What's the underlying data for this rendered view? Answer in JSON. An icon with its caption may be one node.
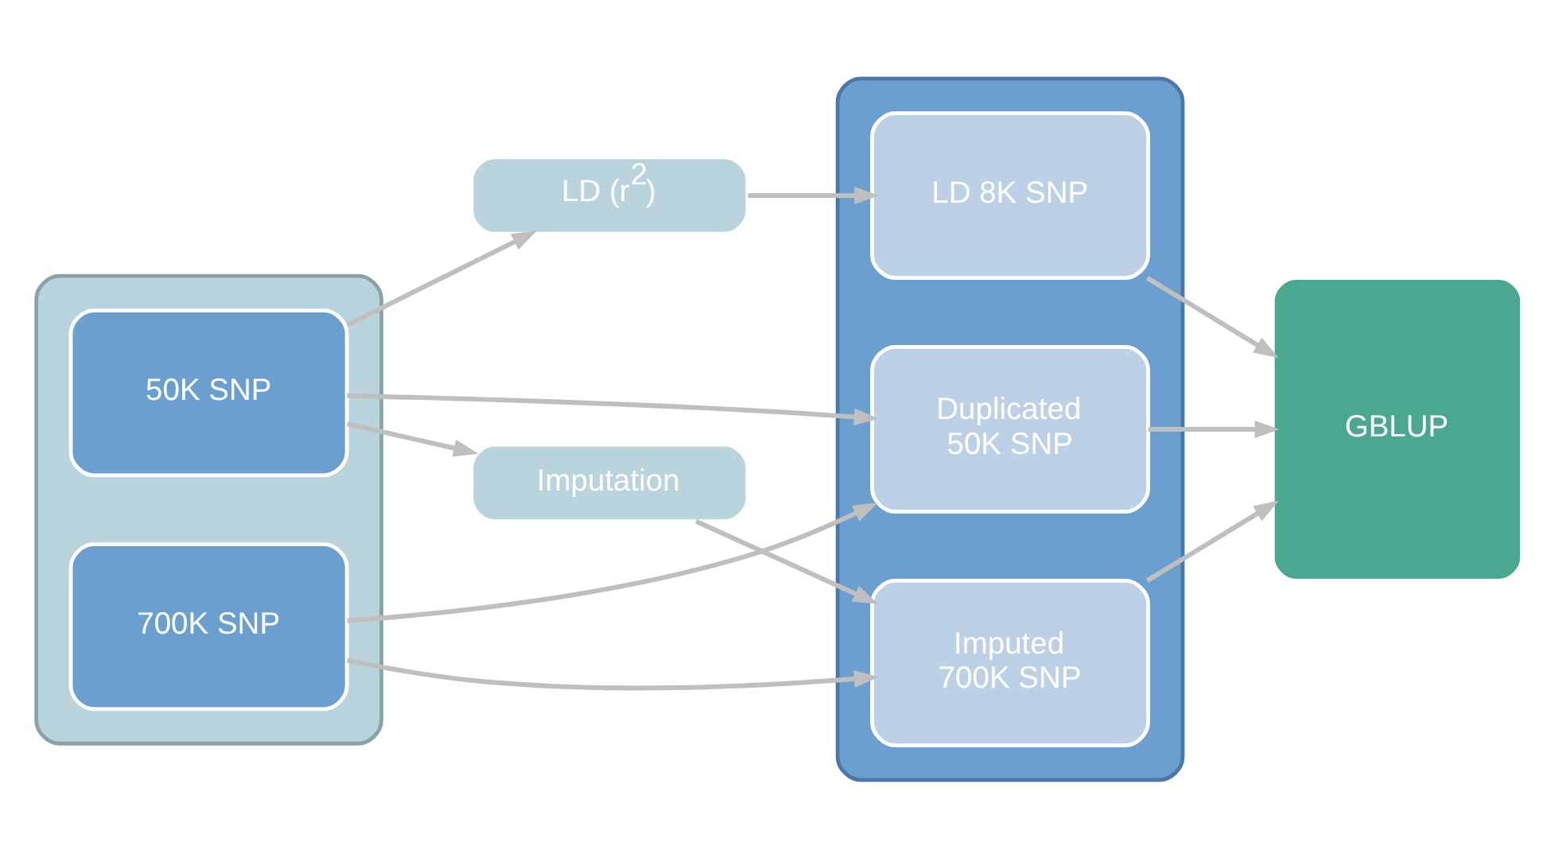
{
  "diagram": {
    "nodes": [
      {
        "text": [],
        "shape": "box"
      },
      {
        "text": [
          "50K SNP"
        ],
        "in": 0
      },
      {
        "text": [
          "700K SNP"
        ],
        "in": 0
      },
      {
        "text": [
          "Imputation"
        ]
      },
      {
        "text": [
          "LD (r$^{2}$)"
        ]
      },
      {
        "text": [],
        "shape": "box"
      },
      {
        "text": [
          "Imputed 700K SNP"
        ],
        "in": 5
      },
      {
        "text": [
          "LD 8K SNP"
        ],
        "in": 5
      },
      {
        "text": [
          "Duplicated 50K SNP"
        ],
        "in": 5
      },
      {
        "text": [
          "GBLUP"
        ]
      }
    ],
    "edges": [
      {
        "from": 1,
        "to": 3,
        "arrow": "to"
      },
      {
        "from": 3,
        "to": 6,
        "arrow": "to"
      },
      {
        "from": 1,
        "to": 4,
        "arrow": "to"
      },
      {
        "from": 4,
        "to": 7,
        "arrow": "to"
      },
      {
        "from": 1,
        "to": 8,
        "arrow": "to"
      },
      {
        "from": 2,
        "to": 6,
        "arrow": "to"
      },
      {
        "from": 2,
        "to": 8,
        "arrow": "to"
      },
      {
        "from": 6,
        "to": 9,
        "arrow": "to"
      },
      {
        "from": 7,
        "to": 9,
        "arrow": "to"
      },
      {
        "from": 8,
        "to": 9,
        "arrow": "to"
      }
    ]
  }
}
